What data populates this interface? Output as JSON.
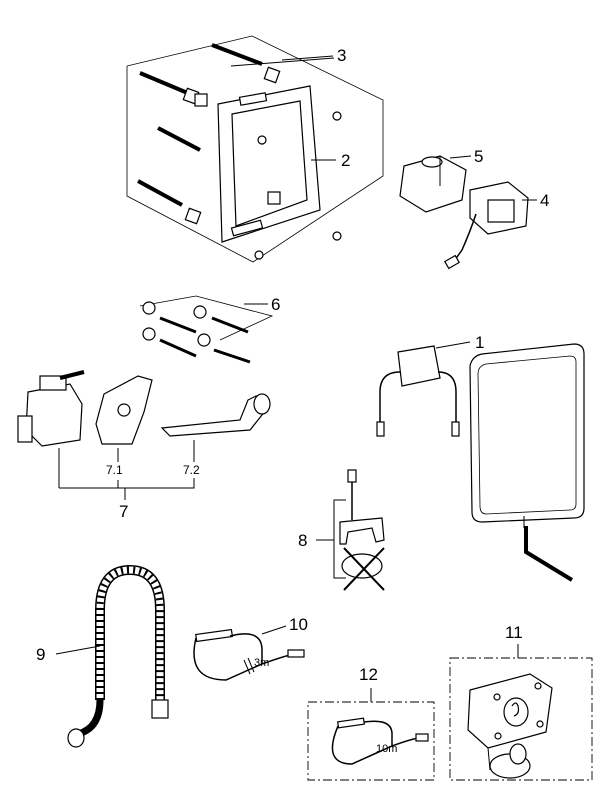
{
  "callouts": {
    "c1": "1",
    "c2": "2",
    "c3": "3",
    "c4": "4",
    "c5": "5",
    "c6": "6",
    "c7": "7",
    "c7_1": "7.1",
    "c7_2": "7.2",
    "c8": "8",
    "c9": "9",
    "c10": "10",
    "c11": "11",
    "c12": "12"
  },
  "cable_lengths": {
    "cable_10": "3m",
    "cable_12": "10m"
  },
  "icons": [
    "mounting-frame-icon",
    "installation-box-icon",
    "power-unit-icon",
    "glass-panel-icon",
    "hose-icon",
    "cable-icon",
    "battery-box-icon",
    "solenoid-valve-icon"
  ]
}
